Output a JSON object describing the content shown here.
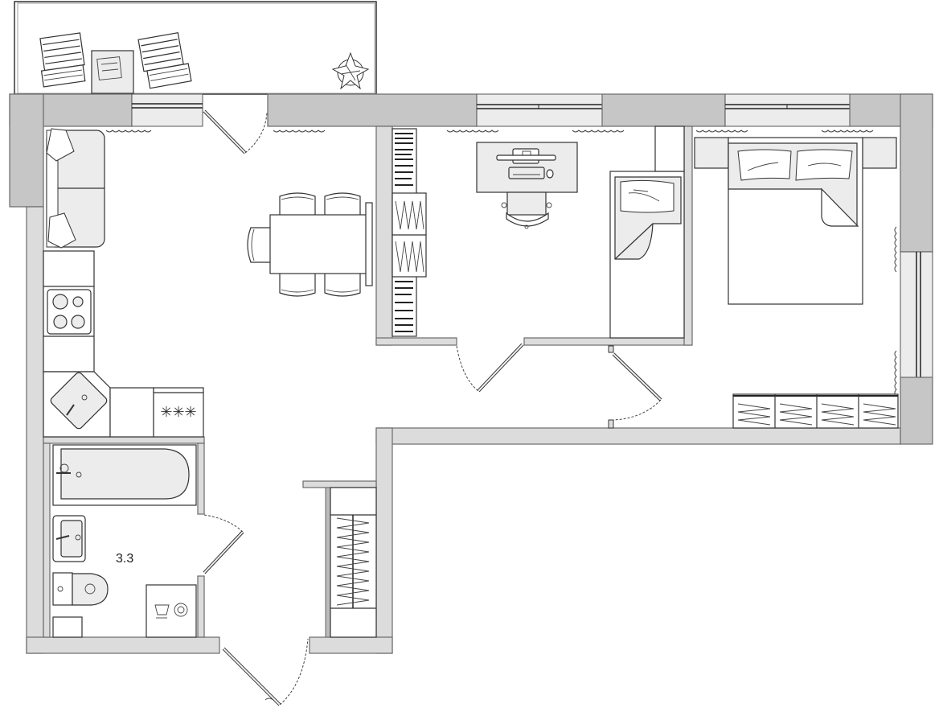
{
  "plan": {
    "type": "apartment-floor-plan",
    "rooms": [
      {
        "id": "balcony",
        "label": ""
      },
      {
        "id": "living-kitchen",
        "label": ""
      },
      {
        "id": "study-bedroom",
        "label": ""
      },
      {
        "id": "master-bedroom",
        "label": ""
      },
      {
        "id": "bathroom",
        "label": "3.3"
      },
      {
        "id": "hallway",
        "label": ""
      }
    ],
    "area_labels": {
      "bathroom": "3.3"
    },
    "furniture": [
      "deck-chair",
      "deck-chair",
      "side-table",
      "potted-plant",
      "sofa",
      "dining-table",
      "dining-chairs-5",
      "bookshelf",
      "desk",
      "monitor",
      "keyboard",
      "mouse",
      "office-chair",
      "single-bed",
      "wardrobe",
      "double-bed",
      "nightstands",
      "chest-of-drawers",
      "stove",
      "corner-sink",
      "dishwasher",
      "bathtub",
      "washbasin",
      "toilet",
      "washing-machine",
      "hall-wardrobe"
    ],
    "colors": {
      "wall_outer": "#c6c6c6",
      "wall_inner": "#dcdcdc",
      "furniture_fill": "#ececec",
      "line": "#333333",
      "background": "#ffffff"
    }
  }
}
